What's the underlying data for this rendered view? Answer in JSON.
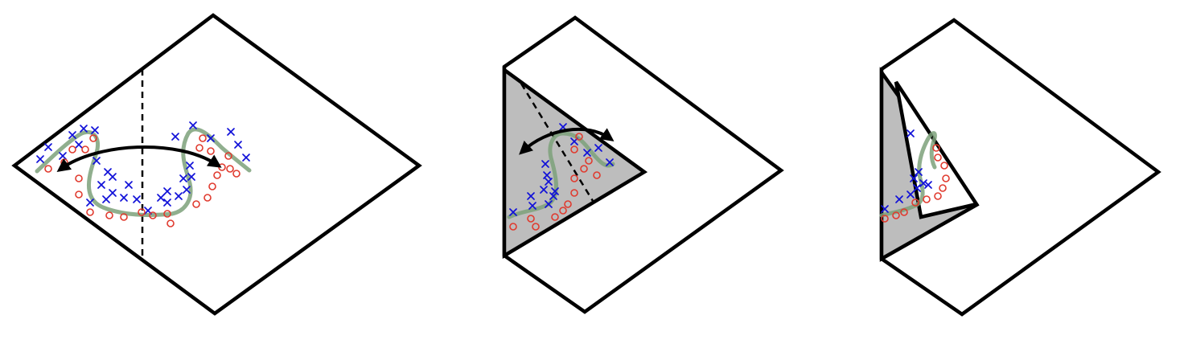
{
  "colors": {
    "outline": "#000000",
    "fold_shade": "#bdbdbd",
    "boundary_curve": "#7da17a",
    "class_x": "#1010d8",
    "class_o": "#e03a2e",
    "background": "#ffffff"
  },
  "panels": [
    {
      "stage": "unfolded",
      "has_fold_line": true,
      "has_swap_arrow": true
    },
    {
      "stage": "folded-once",
      "has_fold_line": true,
      "has_swap_arrow": true
    },
    {
      "stage": "folded-twice",
      "has_fold_line": false,
      "has_swap_arrow": false
    }
  ],
  "markers": {
    "class_x_symbol": "cross-icon",
    "class_o_symbol": "circle-icon"
  }
}
